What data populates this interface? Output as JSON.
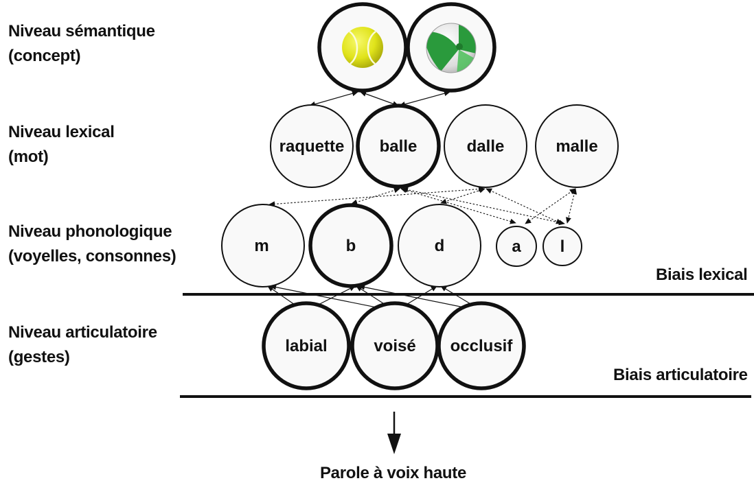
{
  "levels": {
    "semantic": {
      "line1": "Niveau sémantique",
      "line2": "(concept)"
    },
    "lexical": {
      "line1": "Niveau lexical",
      "line2": "(mot)"
    },
    "phonological": {
      "line1": "Niveau phonologique",
      "line2": "(voyelles, consonnes)"
    },
    "articulatory": {
      "line1": "Niveau articulatoire",
      "line2": "(gestes)"
    }
  },
  "concept_nodes": [
    {
      "name": "tennis-ball",
      "icon": "tennis-ball-icon",
      "active": true
    },
    {
      "name": "beach-ball",
      "icon": "beach-ball-icon",
      "active": true
    }
  ],
  "lexical_nodes": [
    {
      "label": "raquette",
      "active": false
    },
    {
      "label": "balle",
      "active": true
    },
    {
      "label": "dalle",
      "active": false
    },
    {
      "label": "malle",
      "active": false
    }
  ],
  "phonological_nodes": [
    {
      "label": "m",
      "active": false
    },
    {
      "label": "b",
      "active": true
    },
    {
      "label": "d",
      "active": false
    },
    {
      "label": "a",
      "active": false
    },
    {
      "label": "l",
      "active": false
    }
  ],
  "articulatory_nodes": [
    {
      "label": "labial",
      "active": true
    },
    {
      "label": "voisé",
      "active": true
    },
    {
      "label": "occlusif",
      "active": true
    }
  ],
  "biases": {
    "lexical": "Biais lexical",
    "articulatory": "Biais articulatoire"
  },
  "output": "Parole à voix haute",
  "colors": {
    "node_fill": "#f9f9f9",
    "stroke": "#111111",
    "tennis_ball": "#e3e61a",
    "beach_ball_green": "#2a9a3c"
  }
}
